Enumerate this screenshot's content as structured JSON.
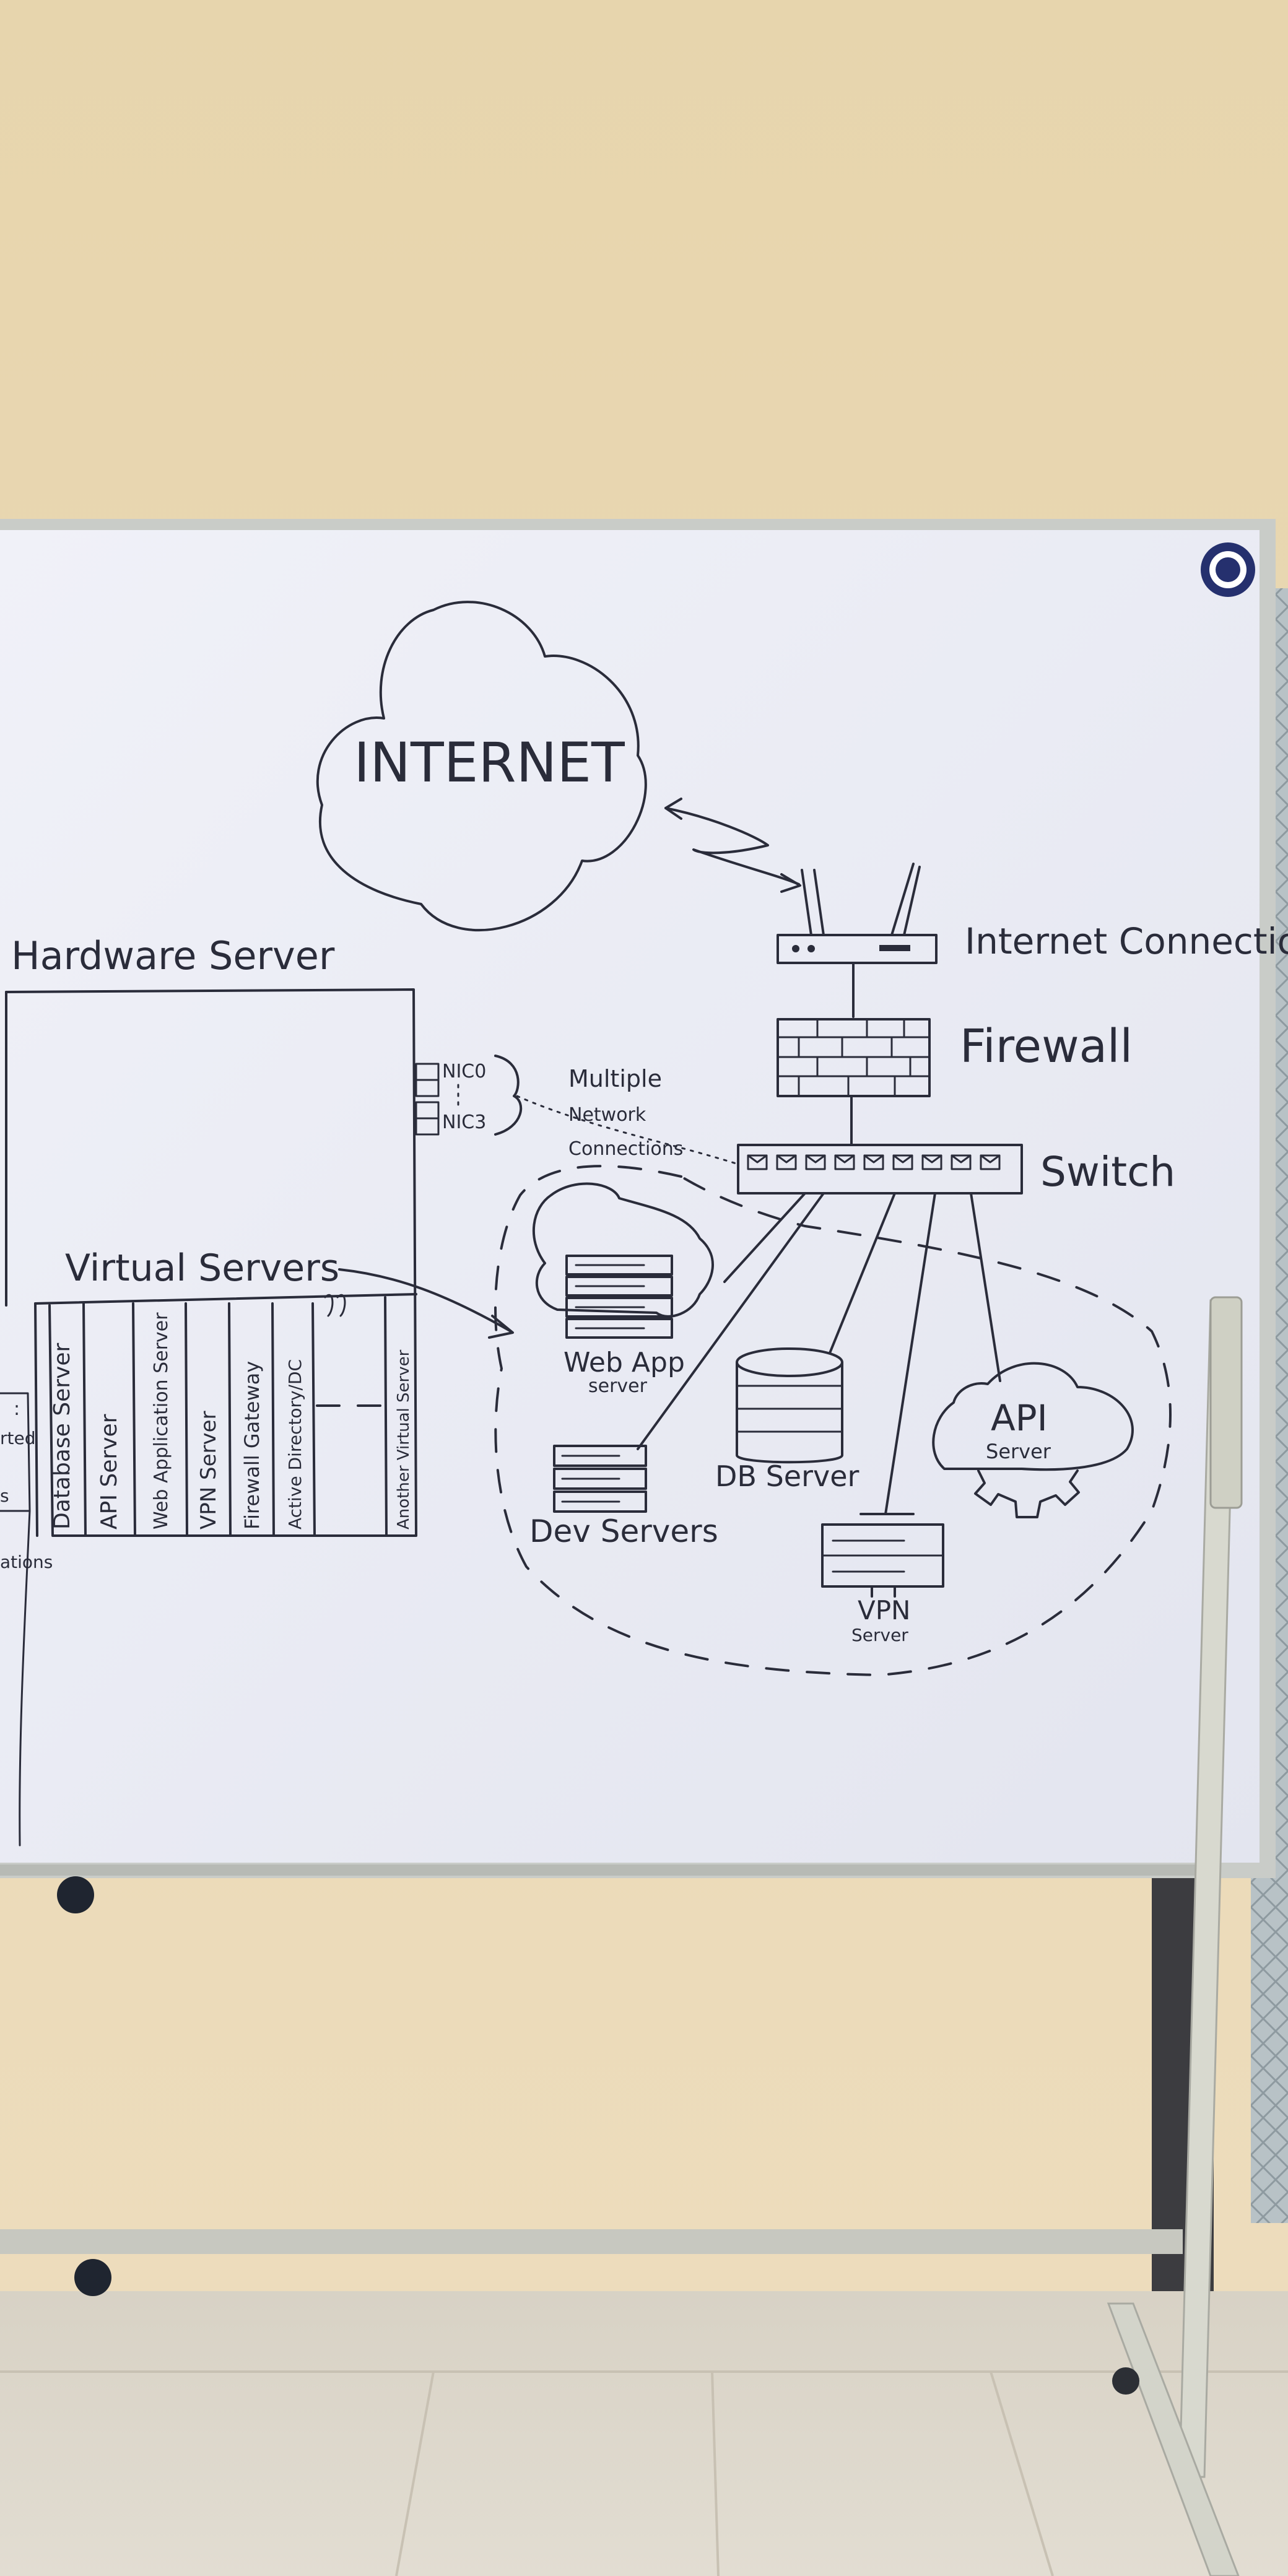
{
  "board": {
    "internet": "INTERNET",
    "hardware_server": "Hardware Server",
    "internet_connection": "Internet Connection",
    "firewall": "Firewall",
    "switch": "Switch",
    "nic_top": "NIC0",
    "nic_bottom": "NIC3",
    "multiple_network_connections": [
      "Multiple",
      "Network",
      "Connections"
    ],
    "virtual_servers_label": "Virtual Servers",
    "vm_columns": [
      "Database Server",
      "API Server",
      "Web Application Server",
      "VPN Server",
      "Firewall Gateway",
      "Active Directory/DC",
      "Another Virtual Server"
    ],
    "web_app": "Web App",
    "web_app_sub": "server",
    "db_server": "DB Server",
    "dev_servers": "Dev Servers",
    "api": "API",
    "api_sub": "Server",
    "vpn": "VPN",
    "vpn_sub": "Server",
    "left_fragments": [
      ":",
      "rted",
      "s",
      "ations"
    ]
  },
  "colors": {
    "wall": "#e6d6b2",
    "whiteboard": "#eceef6",
    "frame": "#c9ccc8",
    "ink": "#2a2c3a",
    "floor": "#d9d3c6"
  }
}
